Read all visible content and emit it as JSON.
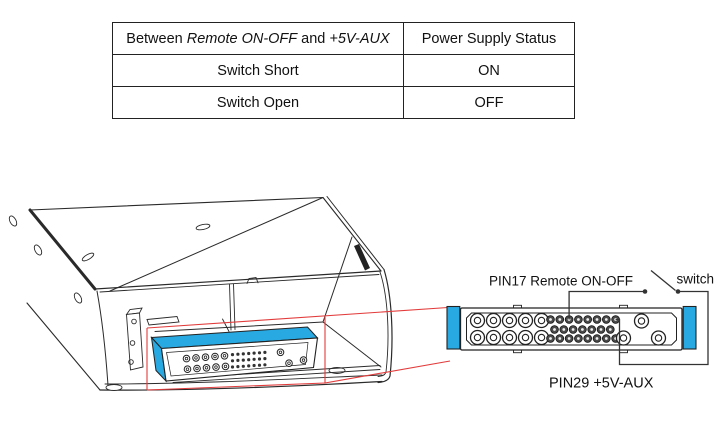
{
  "table": {
    "header": {
      "col1_parts": {
        "p1": "Between ",
        "i1": "Remote ON-OFF",
        "p2": " and ",
        "i2": "+5V-AUX"
      },
      "col2": "Power Supply Status"
    },
    "rows": [
      {
        "condition": "Switch Short",
        "status": "ON"
      },
      {
        "condition": "Switch Open",
        "status": "OFF"
      }
    ]
  },
  "diagram": {
    "labels": {
      "pin17": "PIN17 Remote ON-OFF",
      "switch": "switch",
      "pin29": "PIN29 +5V-AUX"
    },
    "colors": {
      "connector_blue": "#29a9e1",
      "callout_red": "#e23b3b"
    }
  }
}
